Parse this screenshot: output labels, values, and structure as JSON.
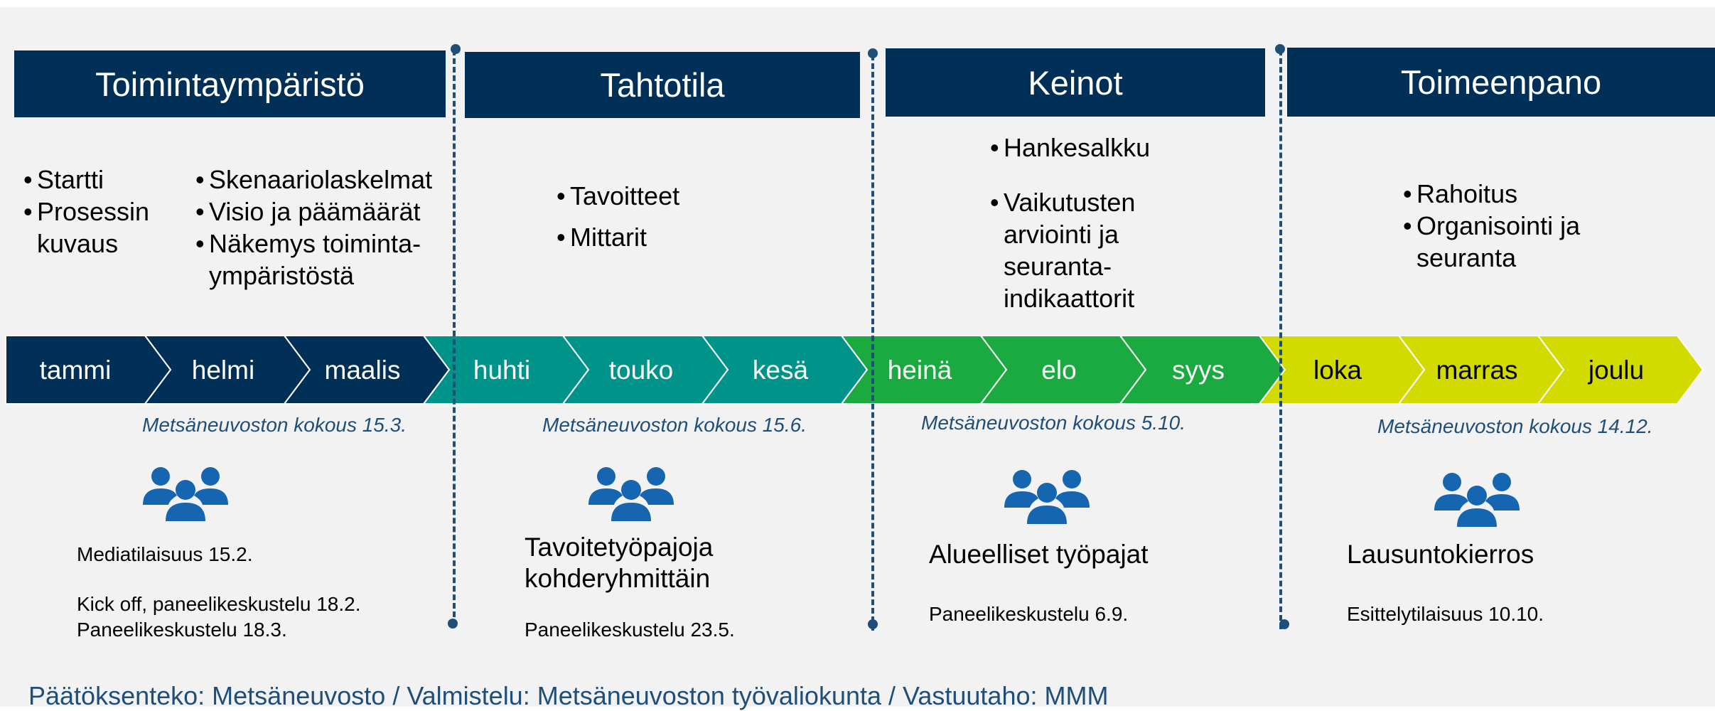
{
  "phases": [
    {
      "title": "Toimintaympäristö"
    },
    {
      "title": "Tahtotila"
    },
    {
      "title": "Keinot"
    },
    {
      "title": "Toimeenpano"
    }
  ],
  "bullets": {
    "group1": [
      "Startti",
      "Prosessin kuvaus"
    ],
    "group2": [
      "Skenaariolaskelmat",
      "Visio ja päämäärät",
      "Näkemys toiminta-ympäristöstä"
    ],
    "group3": [
      "Tavoitteet",
      "Mittarit"
    ],
    "group4": [
      "Hankesalkku",
      "Vaikutusten arviointi ja seuranta-indikaattorit"
    ],
    "group5": [
      "Rahoitus",
      "Organisointi ja seuranta"
    ]
  },
  "months": [
    "tammi",
    "helmi",
    "maalis",
    "huhti",
    "touko",
    "kesä",
    "heinä",
    "elo",
    "syys",
    "loka",
    "marras",
    "joulu"
  ],
  "month_colors": [
    "#003057",
    "#003057",
    "#003057",
    "#00938a",
    "#00938a",
    "#00938a",
    "#1aaa3f",
    "#1aaa3f",
    "#1aaa3f",
    "#d2da00",
    "#d2da00",
    "#d2da00"
  ],
  "month_text_colors": [
    "#ffffff",
    "#ffffff",
    "#ffffff",
    "#ffffff",
    "#ffffff",
    "#ffffff",
    "#ffffff",
    "#ffffff",
    "#ffffff",
    "#000000",
    "#000000",
    "#000000"
  ],
  "meetings": [
    "Metsäneuvoston kokous 15.3.",
    "Metsäneuvoston kokous 15.6.",
    "Metsäneuvoston kokous 5.10.",
    "Metsäneuvoston kokous 14.12."
  ],
  "icons": [
    "people-group-icon"
  ],
  "events": {
    "q1_a": "Mediatilaisuus 15.2.",
    "q1_b": "Kick off, paneelikeskustelu 18.2.",
    "q1_c": "Paneelikeskustelu 18.3.",
    "q2_title_1": "Tavoitetyöpajoja",
    "q2_title_2": "kohderyhmittäin",
    "q2_a": "Paneelikeskustelu 23.5.",
    "q3_title": "Alueelliset työpajat",
    "q3_a": "Paneelikeskustelu 6.9.",
    "q4_title": "Lausuntokierros",
    "q4_a": "Esittelytilaisuus 10.10."
  },
  "footer": "Päätöksenteko: Metsäneuvosto / Valmistelu: Metsäneuvoston työvaliokunta / Vastuutaho: MMM",
  "colors": {
    "navy": "#003057",
    "teal": "#00938a",
    "green": "#1aaa3f",
    "lime": "#d2da00",
    "accent_blue": "#1f4e79"
  }
}
